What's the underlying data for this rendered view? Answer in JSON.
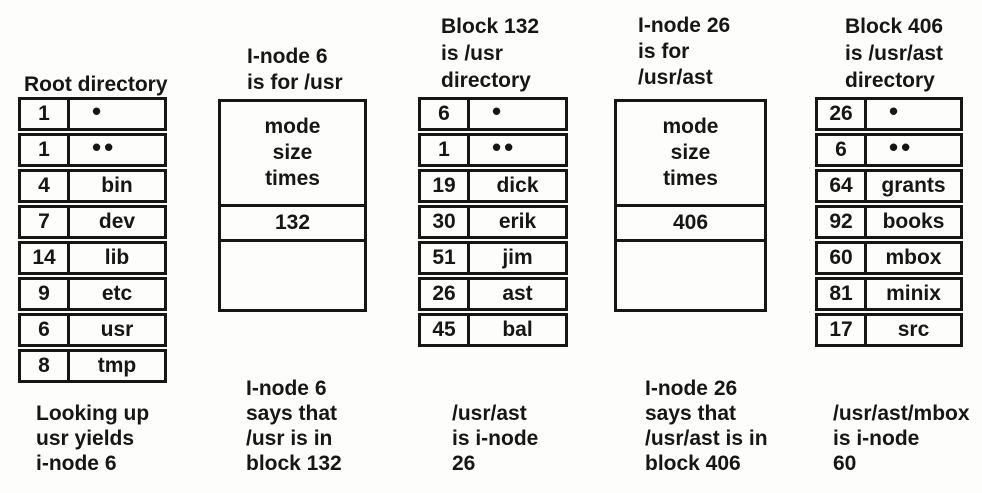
{
  "colors": {
    "ink": "#161616",
    "paper": "#fdfdfb"
  },
  "root_directory": {
    "title": "Root directory",
    "rows": [
      {
        "inode": "1",
        "name": "•"
      },
      {
        "inode": "1",
        "name": "••"
      },
      {
        "inode": "4",
        "name": "bin"
      },
      {
        "inode": "7",
        "name": "dev"
      },
      {
        "inode": "14",
        "name": "lib"
      },
      {
        "inode": "9",
        "name": "etc"
      },
      {
        "inode": "6",
        "name": "usr"
      },
      {
        "inode": "8",
        "name": "tmp"
      }
    ],
    "caption": {
      "line1": "Looking up",
      "line2": "usr yields",
      "line3": "i-node 6"
    }
  },
  "inode6": {
    "title": {
      "line1": "I-node 6",
      "line2": "is for /usr"
    },
    "fields": {
      "line1": "mode",
      "line2": "size",
      "line3": "times"
    },
    "block_pointer": "132",
    "caption": {
      "line1": "I-node 6",
      "line2": "says that",
      "line3": "/usr is in",
      "line4": "block 132"
    }
  },
  "block132": {
    "title": {
      "line1": "Block 132",
      "line2": "is /usr",
      "line3": "directory"
    },
    "rows": [
      {
        "inode": "6",
        "name": "•"
      },
      {
        "inode": "1",
        "name": "••"
      },
      {
        "inode": "19",
        "name": "dick"
      },
      {
        "inode": "30",
        "name": "erik"
      },
      {
        "inode": "51",
        "name": "jim"
      },
      {
        "inode": "26",
        "name": "ast"
      },
      {
        "inode": "45",
        "name": "bal"
      }
    ],
    "caption": {
      "line1": "/usr/ast",
      "line2": "is i-node",
      "line3": "26"
    }
  },
  "inode26": {
    "title": {
      "line1": "I-node 26",
      "line2": "is for",
      "line3": "/usr/ast"
    },
    "fields": {
      "line1": "mode",
      "line2": "size",
      "line3": "times"
    },
    "block_pointer": "406",
    "caption": {
      "line1": "I-node 26",
      "line2": "says that",
      "line3": "/usr/ast is in",
      "line4": "block 406"
    }
  },
  "block406": {
    "title": {
      "line1": "Block 406",
      "line2": "is /usr/ast",
      "line3": "directory"
    },
    "rows": [
      {
        "inode": "26",
        "name": "•"
      },
      {
        "inode": "6",
        "name": "••"
      },
      {
        "inode": "64",
        "name": "grants"
      },
      {
        "inode": "92",
        "name": "books"
      },
      {
        "inode": "60",
        "name": "mbox"
      },
      {
        "inode": "81",
        "name": "minix"
      },
      {
        "inode": "17",
        "name": "src"
      }
    ],
    "caption": {
      "line1": "/usr/ast/mbox",
      "line2": "is i-node",
      "line3": "60"
    }
  }
}
